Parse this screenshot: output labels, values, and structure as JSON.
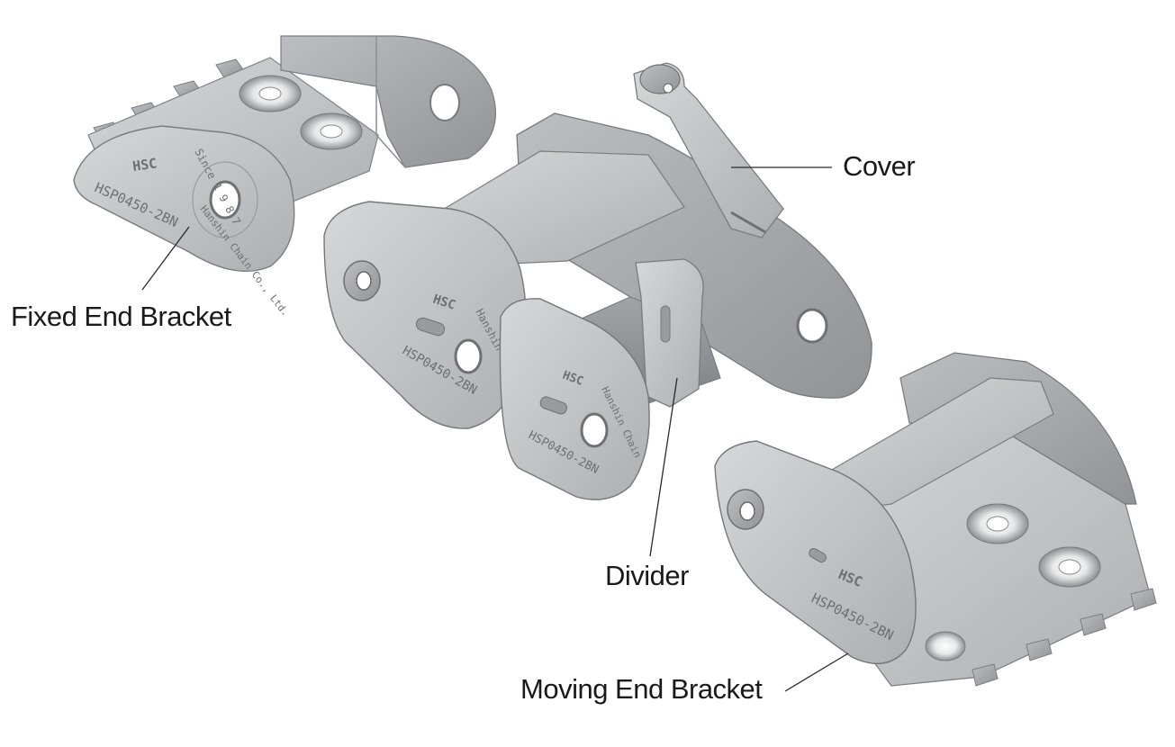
{
  "labels": {
    "cover": "Cover",
    "fixed_end_bracket": "Fixed End Bracket",
    "divider": "Divider",
    "moving_end_bracket": "Moving End Bracket"
  },
  "engraving": {
    "logo": "HSC",
    "part_number": "HSP0450-2BN",
    "since": "Since 1 9 8 7",
    "company": "Hanshin Chain Co., Ltd.",
    "link_company": "Hanshin Chain"
  },
  "colors": {
    "metal_light": "#c9cacc",
    "metal_mid": "#a9aaad",
    "metal_dark": "#86878a",
    "leader_line": "#2a2a2a"
  }
}
